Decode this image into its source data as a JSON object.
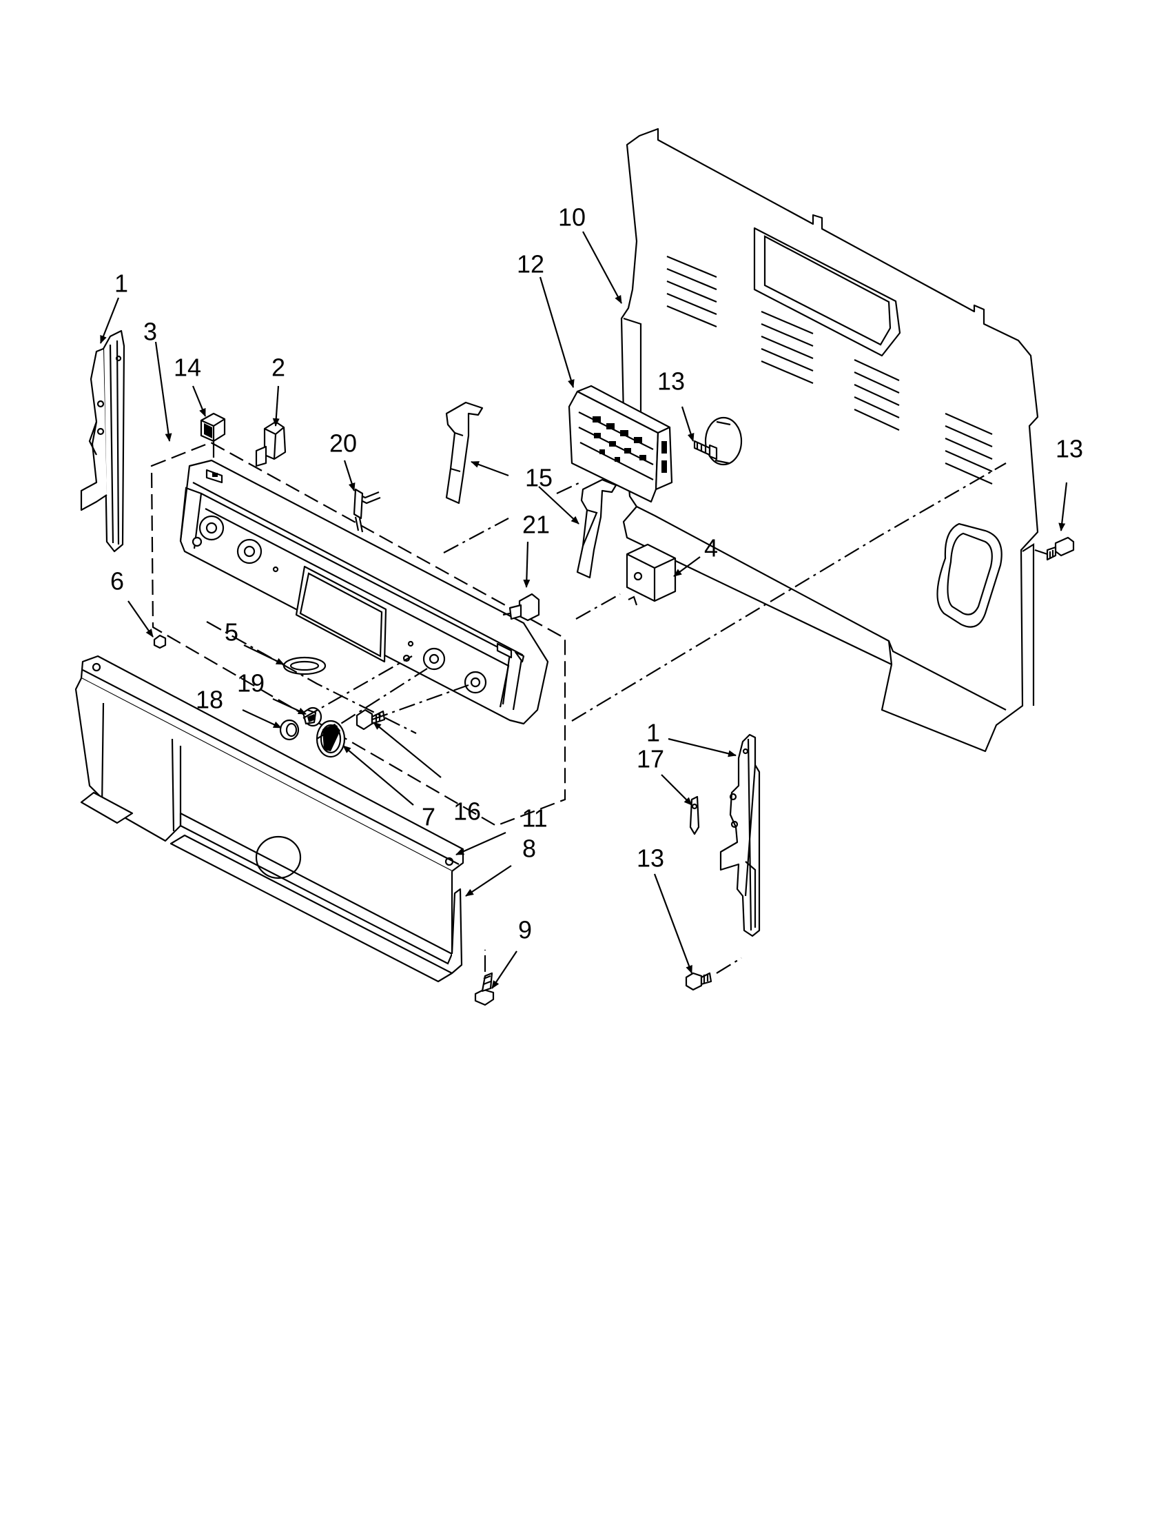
{
  "callouts": [
    {
      "id": "c1a",
      "label": "1"
    },
    {
      "id": "c1b",
      "label": "1"
    },
    {
      "id": "c2",
      "label": "2"
    },
    {
      "id": "c3",
      "label": "3"
    },
    {
      "id": "c4",
      "label": "4"
    },
    {
      "id": "c5",
      "label": "5"
    },
    {
      "id": "c6",
      "label": "6"
    },
    {
      "id": "c7",
      "label": "7"
    },
    {
      "id": "c8",
      "label": "8"
    },
    {
      "id": "c9",
      "label": "9"
    },
    {
      "id": "c10",
      "label": "10"
    },
    {
      "id": "c11",
      "label": "11"
    },
    {
      "id": "c12",
      "label": "12"
    },
    {
      "id": "c13a",
      "label": "13"
    },
    {
      "id": "c13b",
      "label": "13"
    },
    {
      "id": "c13c",
      "label": "13"
    },
    {
      "id": "c14",
      "label": "14"
    },
    {
      "id": "c15",
      "label": "15"
    },
    {
      "id": "c16",
      "label": "16"
    },
    {
      "id": "c17",
      "label": "17"
    },
    {
      "id": "c18",
      "label": "18"
    },
    {
      "id": "c19",
      "label": "19"
    },
    {
      "id": "c20",
      "label": "20"
    },
    {
      "id": "c21",
      "label": "21"
    }
  ]
}
